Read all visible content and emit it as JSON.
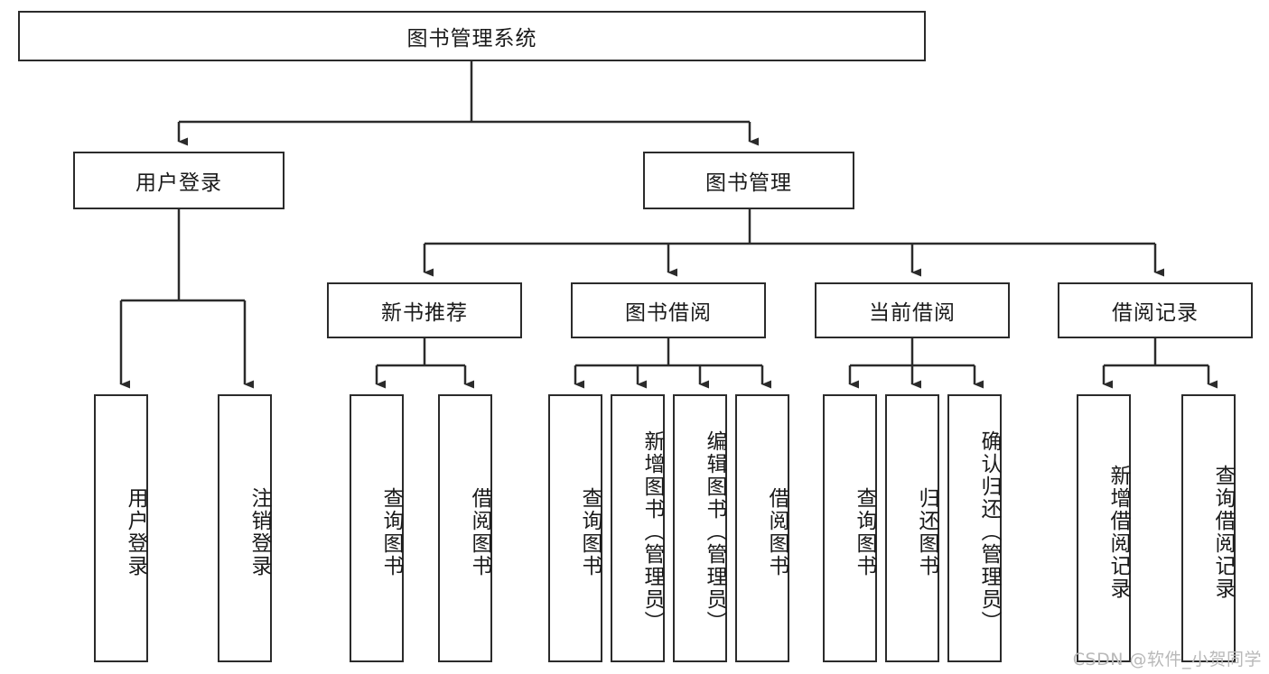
{
  "diagram": {
    "type": "tree",
    "title": "图书管理系统",
    "orientation": "top-down",
    "colors": {
      "stroke": "#2b2b2b",
      "fill": "#ffffff",
      "text": "#1a1a1a",
      "watermark": "#b9b9b9"
    },
    "root": {
      "label": "图书管理系统"
    },
    "level1": [
      {
        "label": "用户登录"
      },
      {
        "label": "图书管理"
      }
    ],
    "level2": [
      {
        "label": "新书推荐"
      },
      {
        "label": "图书借阅"
      },
      {
        "label": "当前借阅"
      },
      {
        "label": "借阅记录"
      }
    ],
    "leaves": {
      "user_login": [
        {
          "label": "用户登录"
        },
        {
          "label": "注销登录"
        }
      ],
      "new_book_recommend": [
        {
          "label": "查询图书"
        },
        {
          "label": "借阅图书"
        }
      ],
      "book_borrow": [
        {
          "label": "查询图书"
        },
        {
          "label": "新增图书（管理员）"
        },
        {
          "label": "编辑图书（管理员）"
        },
        {
          "label": "借阅图书"
        }
      ],
      "current_borrow": [
        {
          "label": "查询图书"
        },
        {
          "label": "归还图书"
        },
        {
          "label": "确认归还（管理员）"
        }
      ],
      "borrow_records": [
        {
          "label": "新增借阅记录"
        },
        {
          "label": "查询借阅记录"
        }
      ]
    }
  },
  "watermark": {
    "text": "CSDN @软件_小贺同学"
  }
}
